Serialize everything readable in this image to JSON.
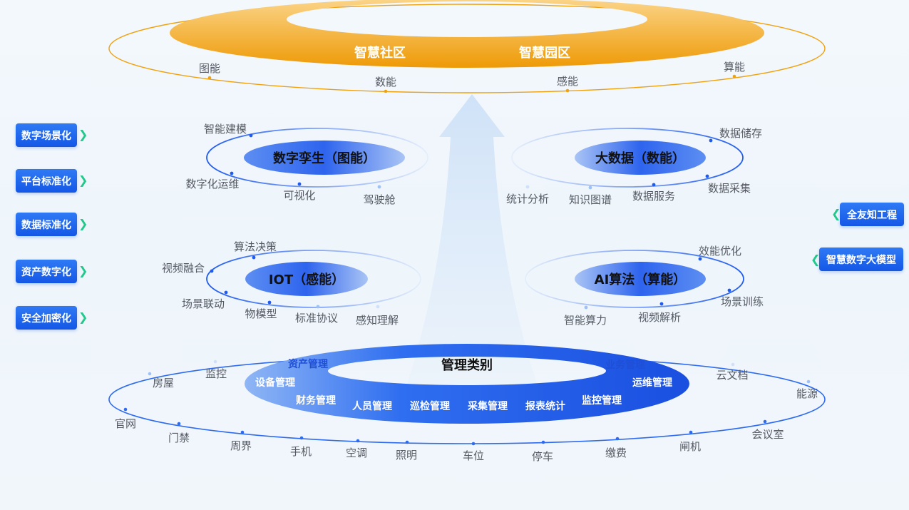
{
  "top_ring": {
    "labels": [
      "智慧社区",
      "智慧园区"
    ],
    "nodes": [
      "图能",
      "数能",
      "感能",
      "算能"
    ]
  },
  "left_menu": {
    "items": [
      "数字场景化",
      "平台标准化",
      "数据标准化",
      "资产数字化",
      "安全加密化"
    ]
  },
  "right_menu": {
    "items": [
      "全友知工程",
      "智慧数字大模型"
    ]
  },
  "twin": {
    "title": "数字孪生（图能）",
    "nodes": [
      "智能建模",
      "数字化运维",
      "可视化",
      "驾驶舱"
    ]
  },
  "bigdata": {
    "title": "大数据（数能）",
    "nodes": [
      "数据储存",
      "数据采集",
      "数据服务",
      "知识图谱",
      "统计分析"
    ]
  },
  "iot": {
    "title": "IOT（感能）",
    "nodes": [
      "算法决策",
      "视频融合",
      "场景联动",
      "物模型",
      "标准协议",
      "感知理解"
    ]
  },
  "ai": {
    "title": "AI算法（算能）",
    "nodes": [
      "效能优化",
      "场景训练",
      "视频解析",
      "智能算力"
    ]
  },
  "management": {
    "title": "管理类别",
    "inner": [
      "资产管理",
      "设备管理",
      "财务管理",
      "人员管理",
      "巡检管理",
      "采集管理",
      "报表统计",
      "监控管理",
      "运维管理",
      "业务管理"
    ],
    "outer": [
      "房屋",
      "监控",
      "官网",
      "门禁",
      "周界",
      "手机",
      "空调",
      "照明",
      "车位",
      "停车",
      "缴费",
      "闸机",
      "会议室",
      "能源",
      "云文档"
    ]
  },
  "colors": {
    "orange": "#f0a10c",
    "blue": "#1f5bef",
    "light_blue": "#9fc2f5",
    "chevron": "#22c98a"
  }
}
